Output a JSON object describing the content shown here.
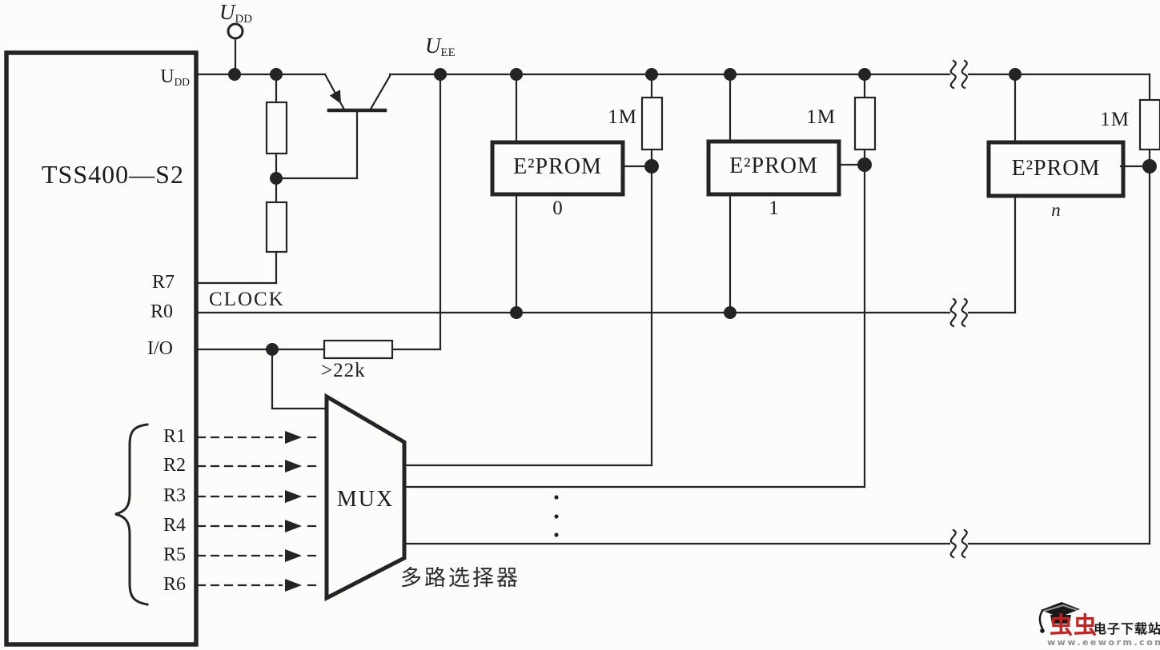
{
  "colors": {
    "line": "#242424",
    "text": "#1c1c1c",
    "background": "#fcfcfb",
    "watermark_red": "#c9201e",
    "watermark_gray": "#8f8f8f"
  },
  "power": {
    "supply": {
      "base": "U",
      "sub": "DD"
    },
    "rail": {
      "base": "U",
      "sub": "EE"
    }
  },
  "chip": {
    "title": "TSS400—S2",
    "pin_udd": {
      "base": "U",
      "sub": "DD"
    },
    "clock_label": "CLOCK",
    "pin_r7": "R7",
    "pin_r0": "R0",
    "pin_io": "I/O",
    "mux_pins": [
      "R1",
      "R2",
      "R3",
      "R4",
      "R5",
      "R6"
    ]
  },
  "resistors": {
    "series": ">22k",
    "pullups": [
      "1M",
      "1M",
      "1M"
    ]
  },
  "eeproms": [
    {
      "name": "E²PROM",
      "index": "0"
    },
    {
      "name": "E²PROM",
      "index": "1"
    },
    {
      "name": "E²PROM",
      "index": "n"
    }
  ],
  "mux": {
    "label": "MUX",
    "caption": "多路选择器"
  },
  "watermark": {
    "logo_icon": "graduation-cap",
    "brand": "虫虫",
    "site": "电子下载站",
    "url": "www.eeworm.com"
  }
}
